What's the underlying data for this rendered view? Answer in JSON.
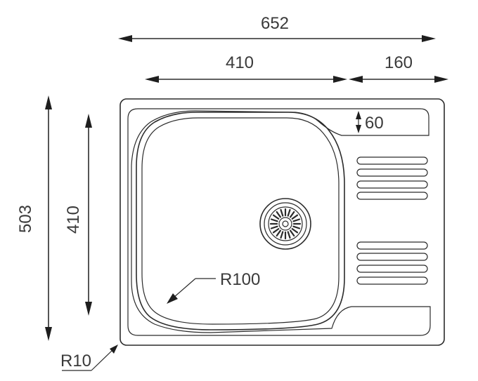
{
  "dimensions": {
    "overall_width": "652",
    "bowl_width": "410",
    "drainer_width": "160",
    "drainer_height": "60",
    "overall_depth": "503",
    "bowl_depth": "410",
    "bowl_radius": "R100",
    "corner_radius": "R10"
  },
  "colors": {
    "line": "#2b2b2b",
    "text": "#3a3a3a",
    "background": "#ffffff"
  }
}
